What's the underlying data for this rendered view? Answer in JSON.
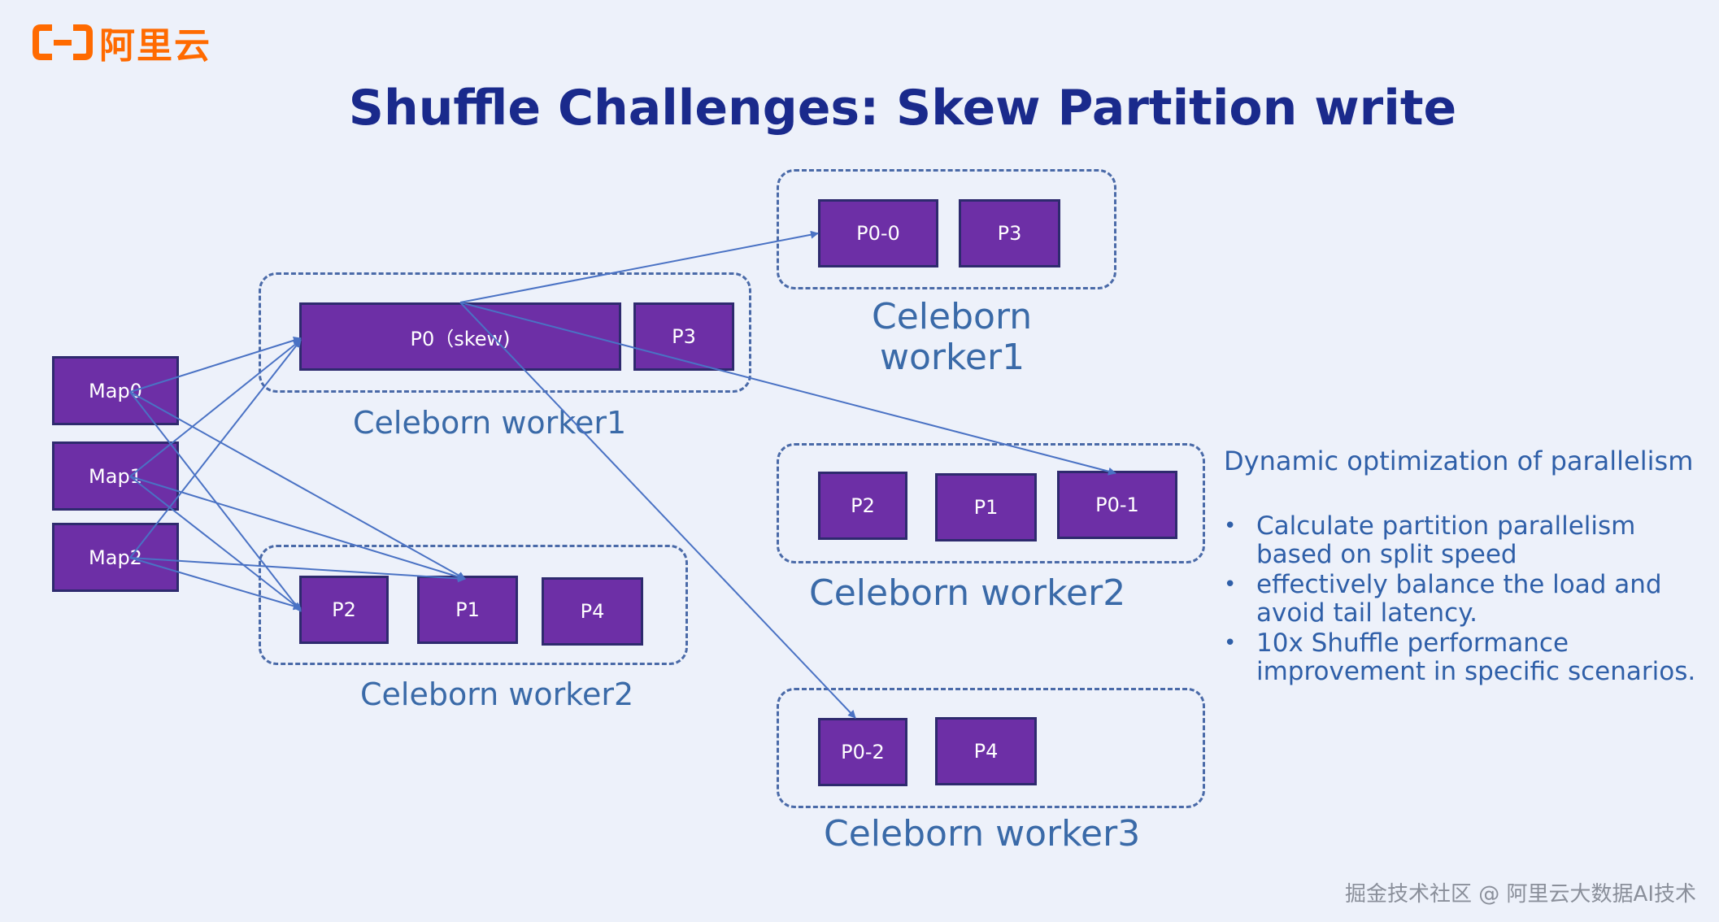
{
  "brand": {
    "logo_text": "阿里云",
    "color": "#ff6a00"
  },
  "title": "Shuffle Challenges: Skew Partition write",
  "maps": [
    "Map0",
    "Map1",
    "Map2"
  ],
  "left_worker1": {
    "label": "Celeborn worker1",
    "partitions": [
      "P0（skew)",
      "P3"
    ]
  },
  "left_worker2": {
    "label": "Celeborn worker2",
    "partitions": [
      "P2",
      "P1",
      "P4"
    ]
  },
  "right_worker1": {
    "label_line1": "Celeborn",
    "label_line2": "worker1",
    "partitions": [
      "P0-0",
      "P3"
    ]
  },
  "right_worker2": {
    "label": "Celeborn worker2",
    "partitions": [
      "P2",
      "P1",
      "P0-1"
    ]
  },
  "right_worker3": {
    "label": "Celeborn worker3",
    "partitions": [
      "P0-2",
      "P4"
    ]
  },
  "sidebar": {
    "heading": "Dynamic optimization of parallelism",
    "bullets": [
      "Calculate partition parallelism based on split speed",
      "effectively balance the load and avoid tail latency.",
      "10x Shuffle performance improvement in specific scenarios."
    ]
  },
  "watermark": "掘金技术社区 @ 阿里云大数据AI技术",
  "colors": {
    "partition": "#6d2fa6",
    "arrow": "#4a72c4",
    "title": "#1a2a8c",
    "label": "#3a6aa8"
  }
}
